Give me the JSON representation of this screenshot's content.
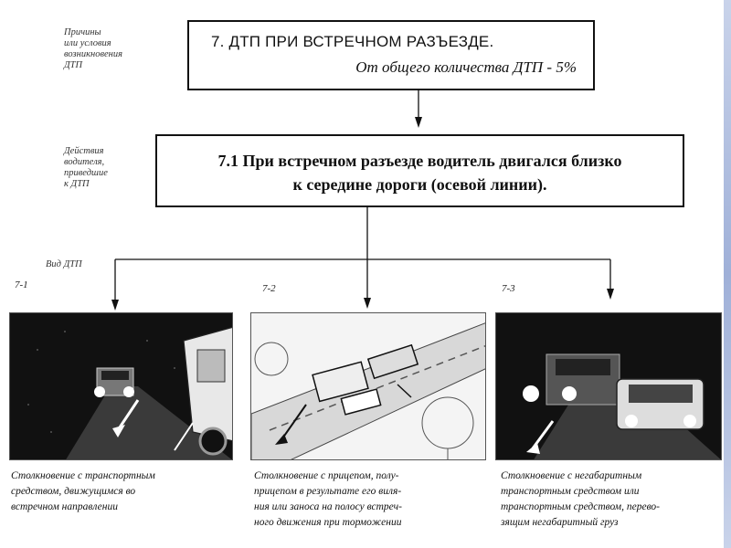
{
  "labels": {
    "reasons": "Причины\nили условия\nвозникновения\nДТП",
    "actions": "Действия\nводителя,\nприведшие\nк ДТП",
    "type": "Вид ДТП"
  },
  "header_box": {
    "title": "7.  ДТП ПРИ ВСТРЕЧНОМ РАЗЪЕЗДЕ.",
    "subtitle": "От общего количества ДТП - 5%"
  },
  "cause_box": {
    "text": "7.1  При встречном разъезде водитель двигался близко\nк середине дороги (осевой линии)."
  },
  "cases": [
    {
      "code": "7-1",
      "caption": "Столкновение с транспортным\nсредством, движущимся во\nвстречном направлении"
    },
    {
      "code": "7-2",
      "caption": "Столкновение с прицепом, полу-\nприцепом в результате его виля-\nния или заноса на полосу встреч-\nного движения при торможении"
    },
    {
      "code": "7-3",
      "caption": "Столкновение с негабаритным\nтранспортным средством или\nтранспортным средством, перево-\nзящим негабаритный груз"
    }
  ]
}
